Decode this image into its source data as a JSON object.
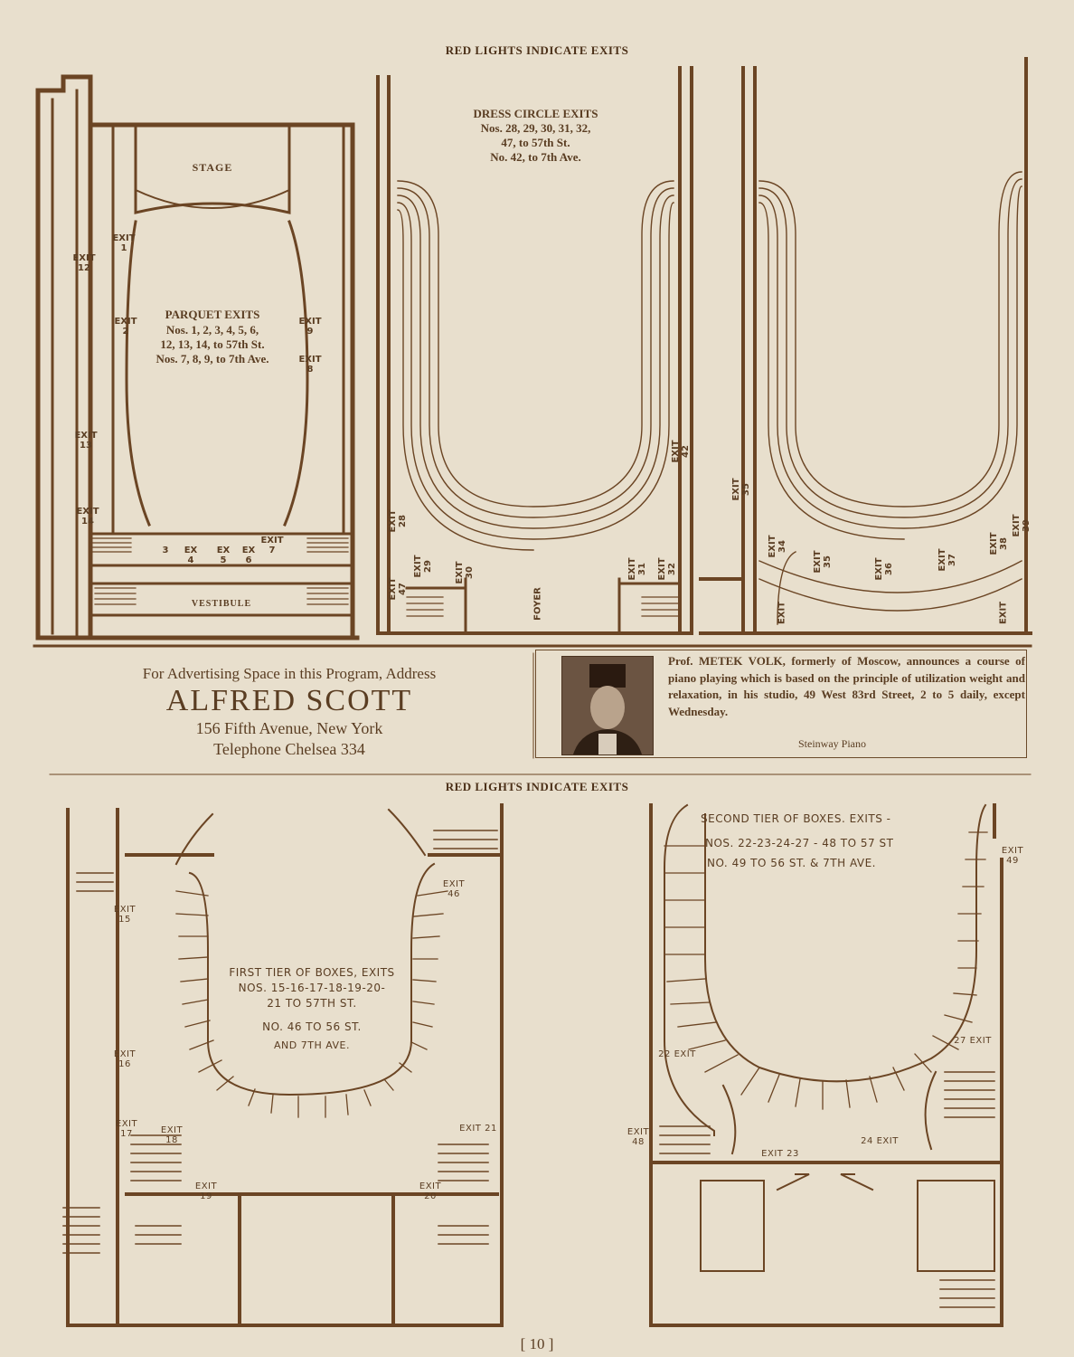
{
  "headers": {
    "top": "RED LIGHTS INDICATE EXITS",
    "middle": "RED LIGHTS INDICATE EXITS"
  },
  "parquet_plan": {
    "stage": "STAGE",
    "vestibule": "VESTIBULE",
    "title": "PARQUET EXITS",
    "line1": "Nos. 1, 2, 3, 4, 5, 6,",
    "line2": "12, 13, 14, to 57th St.",
    "line3": "Nos. 7, 8, 9, to 7th Ave.",
    "exits": [
      "EXIT 1",
      "EXIT 12",
      "EXIT 2",
      "EXIT 9",
      "EXIT 8",
      "EXIT 13",
      "EXIT 14",
      "3",
      "EX 4",
      "EX 5",
      "EX 6",
      "EXIT 7"
    ]
  },
  "dress_circle": {
    "title": "DRESS CIRCLE EXITS",
    "line1": "Nos. 28, 29, 30, 31, 32,",
    "line2": "47, to 57th St.",
    "line3": "No. 42, to 7th Ave.",
    "foyer": "FOYER",
    "exits": [
      "EXIT 28",
      "EXIT 47",
      "EXIT 29",
      "EXIT 30",
      "EXIT 31",
      "EXIT 32",
      "EXIT 42"
    ]
  },
  "balcony_plan": {
    "exits": [
      "EXIT 35",
      "EXIT 34",
      "EXIT 35",
      "EXIT 36",
      "EXIT 37",
      "EXIT 38",
      "EXIT 39",
      "EXIT",
      "EXIT"
    ]
  },
  "advert": {
    "line1": "For Advertising Space in this Program, Address",
    "name": "ALFRED SCOTT",
    "address": "156 Fifth Avenue, New York",
    "phone": "Telephone Chelsea 334"
  },
  "volk": {
    "prof": "Prof. ",
    "name": "METEK VOLK",
    "text": ", formerly of Moscow, announces a course of piano playing which is based on the principle of utilization weight and relaxation, in his studio, 49 West 83rd Street, 2 to 5 daily, except Wednesday.",
    "footer": "Steinway Piano"
  },
  "first_tier": {
    "line1": "FIRST TIER OF BOXES, EXITS",
    "line2": "NOS. 15-16-17-18-19-20-",
    "line3": "21 TO 57TH ST.",
    "line4": "NO. 46 TO 56 ST.",
    "line5": "AND 7TH AVE.",
    "exits": [
      "EXIT 15",
      "EXIT 46",
      "EXIT 16",
      "EXIT 17",
      "EXIT 18",
      "EXIT 19",
      "EXIT 21",
      "EXIT 20"
    ]
  },
  "second_tier": {
    "line1": "SECOND TIER OF BOXES. EXITS -",
    "line2": "NOS. 22-23-24-27 - 48 TO 57 ST",
    "line3": "NO. 49 TO 56 ST. & 7TH AVE.",
    "exits": [
      "EXIT 49",
      "27 EXIT",
      "22 EXIT",
      "EXIT 48",
      "EXIT 23",
      "24 EXIT"
    ]
  },
  "page_number": "[ 10 ]"
}
